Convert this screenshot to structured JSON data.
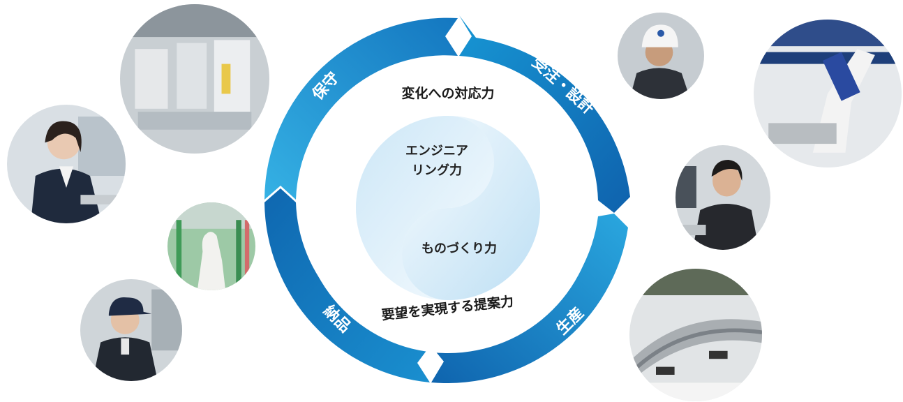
{
  "cycle": {
    "segments": [
      {
        "label": "受注・設計",
        "color": "#1f97d6"
      },
      {
        "label": "生産",
        "color": "#1273bb"
      },
      {
        "label": "納品",
        "color": "#1686c9"
      },
      {
        "label": "保守",
        "color": "#2ba5dd"
      }
    ],
    "inner_top_text": "変化への対応力",
    "inner_bottom_text": "要望を実現する提案力",
    "center_top_line1": "エンジニア",
    "center_top_line2": "リング力",
    "center_bottom_text": "ものづくり力"
  },
  "photos": [
    {
      "subject": "factory-line-photo"
    },
    {
      "subject": "office-woman-photo"
    },
    {
      "subject": "lab-glove-photo"
    },
    {
      "subject": "worker-cap-photo"
    },
    {
      "subject": "helmet-man-photo"
    },
    {
      "subject": "robot-arm-photo"
    },
    {
      "subject": "office-man-photo"
    },
    {
      "subject": "conveyor-machine-photo"
    }
  ],
  "colors": {
    "ring_dark": "#1273bb",
    "ring_light": "#2ba5dd",
    "center_light": "#cfe8f7"
  }
}
